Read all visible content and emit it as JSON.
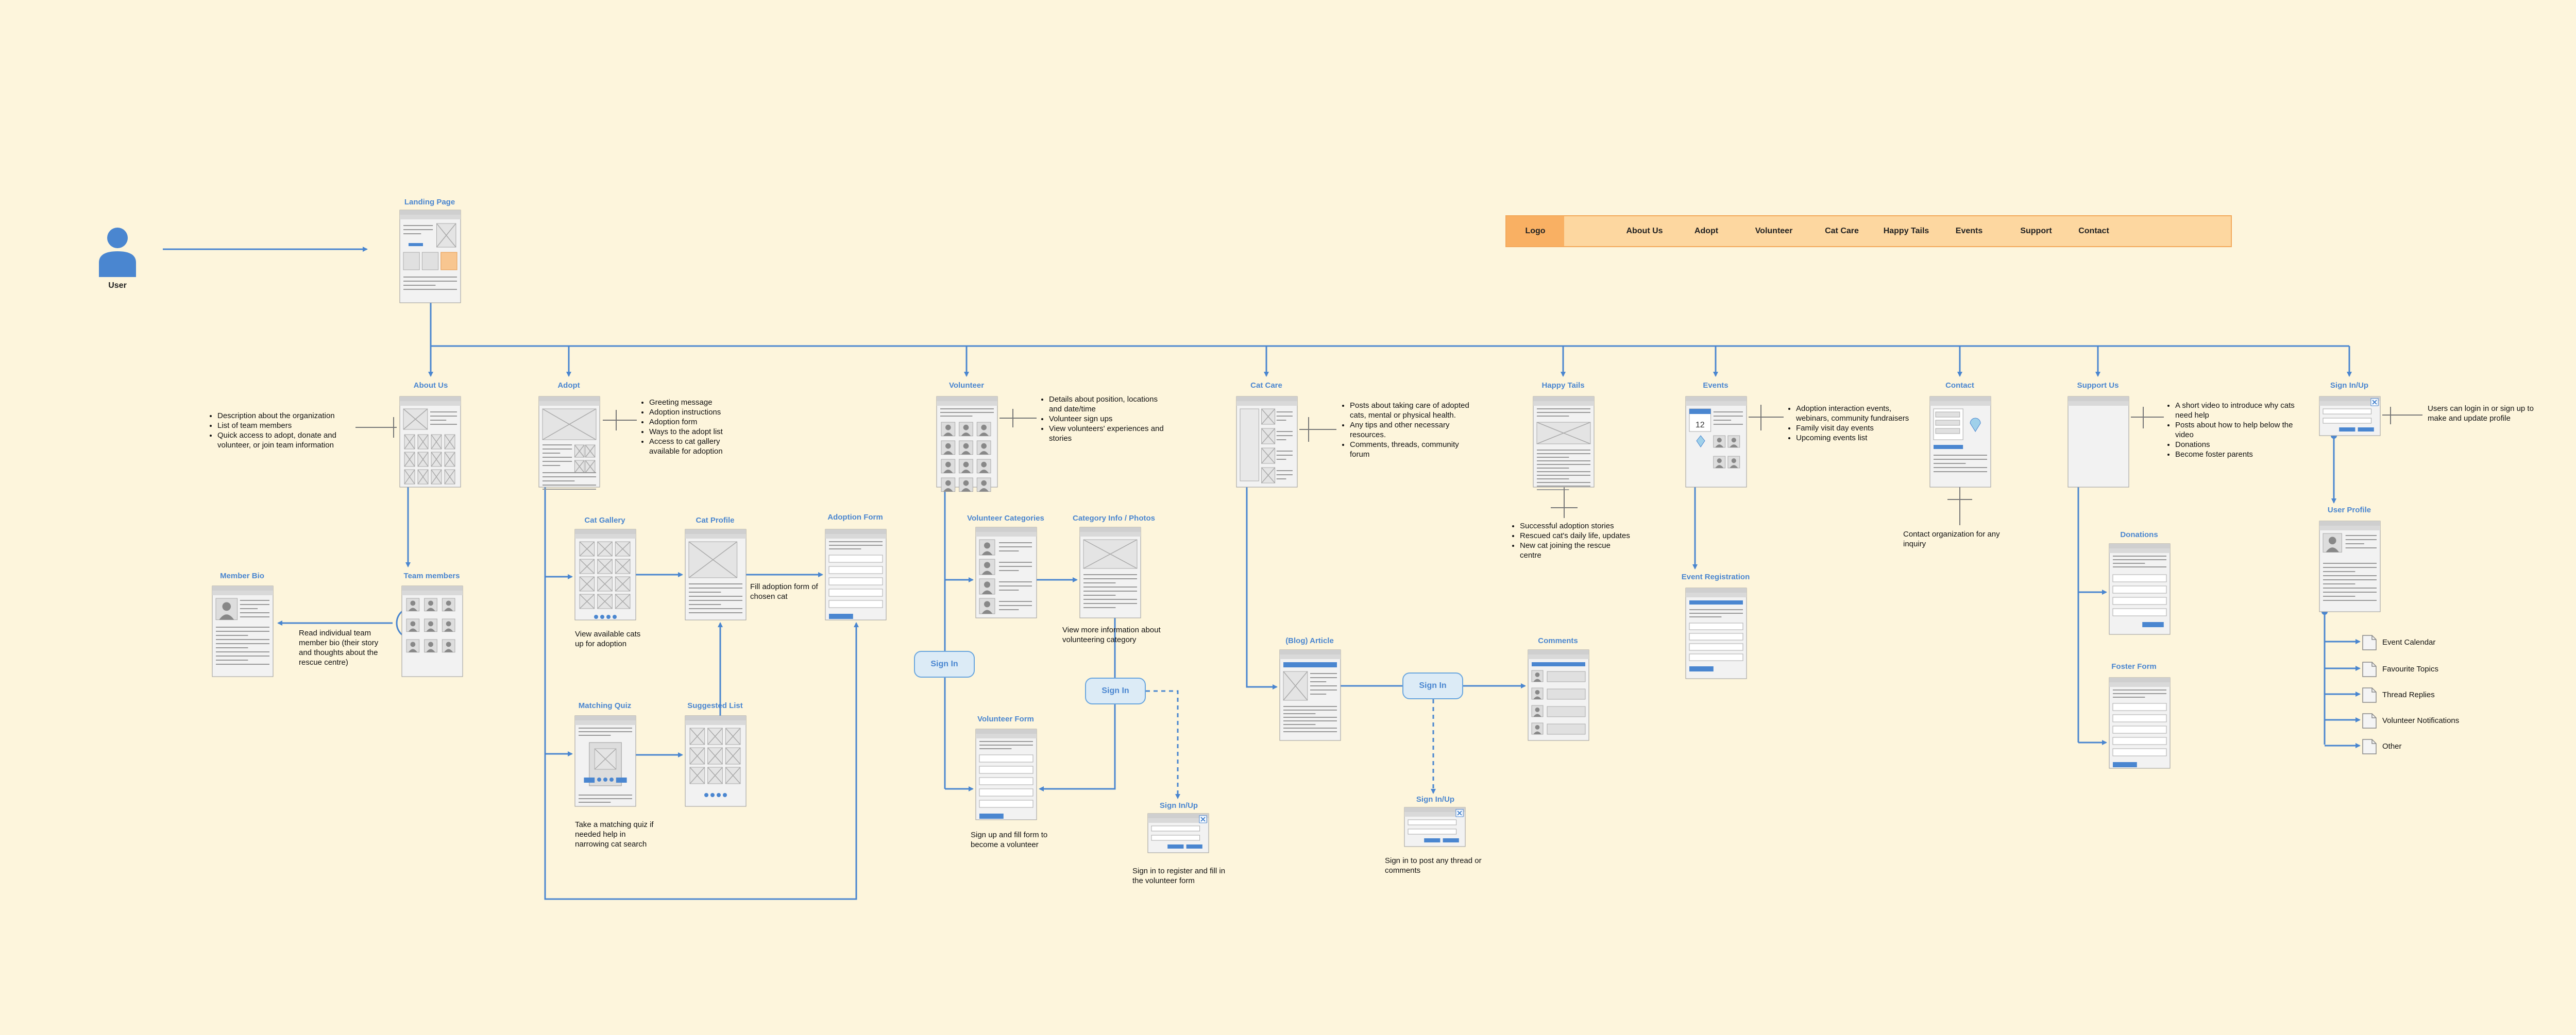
{
  "user": {
    "label": "User"
  },
  "navbar": {
    "logo": "Logo",
    "items": [
      "About Us",
      "Adopt",
      "Volunteer",
      "Cat Care",
      "Happy Tails",
      "Events",
      "Support",
      "Contact"
    ]
  },
  "pages": {
    "landing": "Landing Page",
    "about": "About Us",
    "adopt": "Adopt",
    "volunteer": "Volunteer",
    "catcare": "Cat Care",
    "happytails": "Happy Tails",
    "events": "Events",
    "contact": "Contact",
    "supportus": "Support Us",
    "signinup_top": "Sign In/Up",
    "memberbio": "Member Bio",
    "teammembers": "Team members",
    "catgallery": "Cat Gallery",
    "catprofile": "Cat Profile",
    "adoptionform": "Adoption Form",
    "matchingquiz": "Matching Quiz",
    "suggestedlist": "Suggested List",
    "volcategories": "Volunteer Categories",
    "catinfo": "Category Info / Photos",
    "volform": "Volunteer Form",
    "signinup_vol": "Sign In/Up",
    "blogarticle": "(Blog) Article",
    "comments": "Comments",
    "signinup_blog": "Sign In/Up",
    "eventreg": "Event Registration",
    "donations": "Donations",
    "fosterform": "Foster Form",
    "userprofile": "User Profile"
  },
  "pills": {
    "signin_vol": "Sign In",
    "signin_catinfo": "Sign In",
    "signin_blog": "Sign In"
  },
  "notes": {
    "about": [
      "Description about the organization",
      "List of team members",
      "Quick access to adopt, donate and volunteer, or join team information"
    ],
    "adopt": [
      "Greeting message",
      "Adoption instructions",
      "Adoption form",
      "Ways to the adopt list",
      "Access to cat gallery available for adoption"
    ],
    "volunteer": [
      "Details about position, locations and date/time",
      "Volunteer sign ups",
      "View volunteers' experiences and stories"
    ],
    "catcare": [
      "Posts about taking care of adopted cats, mental or physical health.",
      "Any tips and other necessary resources.",
      "Comments, threads, community forum"
    ],
    "happytails": [
      "Successful adoption stories",
      "Rescued cat's daily life, updates",
      "New cat joining the rescue centre"
    ],
    "events": [
      "Adoption interaction events, webinars, community fundraisers",
      "Family visit day events",
      "Upcoming events list"
    ],
    "supportus": [
      "A short video to introduce why cats need help",
      "Posts about how to help below the video",
      "Donations",
      "Become foster parents"
    ],
    "contact": "Contact organization for any inquiry",
    "signinup": "Users can login in or sign up to make and update profile",
    "memberbio": "Read individual team member bio (their story and thoughts about the rescue centre)",
    "catgallery": "View available cats up for adoption",
    "catprofile": "Fill adoption form of chosen cat",
    "matchingquiz": "Take a matching quiz if needed help in narrowing cat search",
    "volform": "Sign up and fill form to become a volunteer",
    "catinfo": "View more information about volunteering category",
    "volsign": "Sign in to register and fill in the volunteer form",
    "blogsign": "Sign in to post any thread or comments"
  },
  "profile_links": [
    "Event Calendar",
    "Favourite Topics",
    "Thread Replies",
    "Volunteer Notifications",
    "Other"
  ],
  "colors": {
    "background": "#fdf5dc",
    "accent": "#4a86d0",
    "navbar": "#fdd7a0",
    "navlogo": "#f9b063",
    "wireframe": "#e5e5e5"
  }
}
